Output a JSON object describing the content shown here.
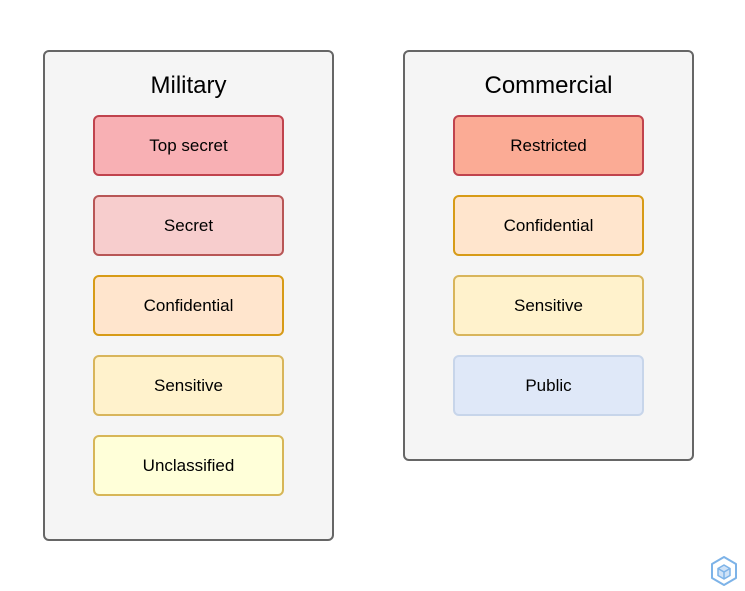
{
  "panels": [
    {
      "title": "Military",
      "levels": [
        {
          "label": "Top secret",
          "fill": "#f8b0b4",
          "stroke": "#c0434d"
        },
        {
          "label": "Secret",
          "fill": "#f7cdcd",
          "stroke": "#b85656"
        },
        {
          "label": "Confidential",
          "fill": "#ffe5cd",
          "stroke": "#d79b17"
        },
        {
          "label": "Sensitive",
          "fill": "#fff2cc",
          "stroke": "#d8b55b"
        },
        {
          "label": "Unclassified",
          "fill": "#ffffd9",
          "stroke": "#d7b657"
        }
      ]
    },
    {
      "title": "Commercial",
      "levels": [
        {
          "label": "Restricted",
          "fill": "#fbab95",
          "stroke": "#c0434d"
        },
        {
          "label": "Confidential",
          "fill": "#ffe5cd",
          "stroke": "#d79b17"
        },
        {
          "label": "Sensitive",
          "fill": "#fff2cc",
          "stroke": "#d8b55b"
        },
        {
          "label": "Public",
          "fill": "#dfe8f8",
          "stroke": "#c7d5ea"
        }
      ]
    }
  ],
  "colors": {
    "panel_fill": "#f5f5f5",
    "panel_stroke": "#666666",
    "logo": "#7db3e8"
  },
  "logo_icon": "cube-icon"
}
